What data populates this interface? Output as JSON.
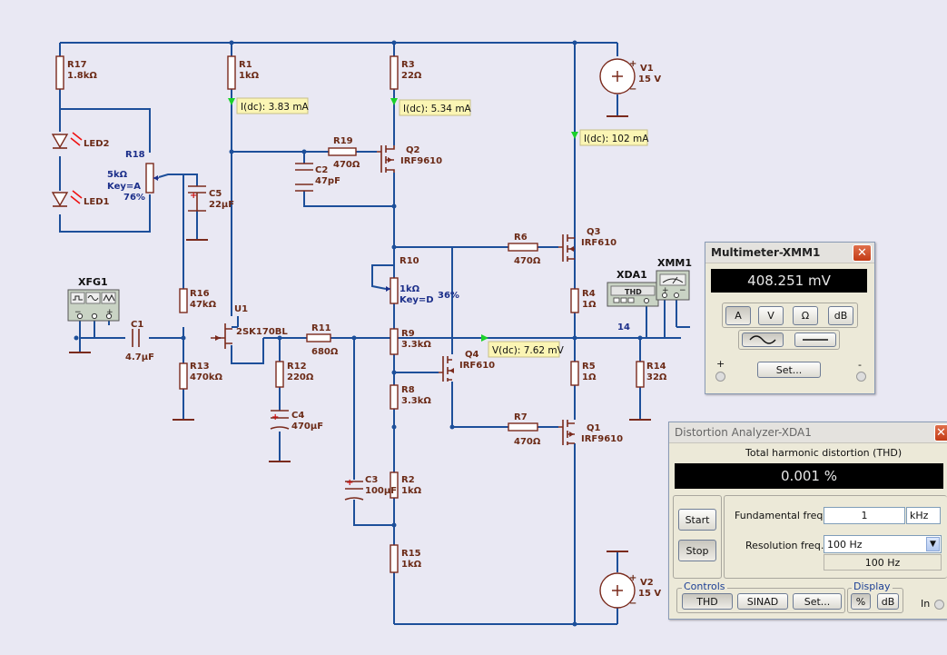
{
  "components": {
    "R17": {
      "name": "R17",
      "value": "1.8kΩ"
    },
    "R1": {
      "name": "R1",
      "value": "1kΩ"
    },
    "R3": {
      "name": "R3",
      "value": "22Ω"
    },
    "V1": {
      "name": "V1",
      "value": "15 V"
    },
    "V2": {
      "name": "V2",
      "value": "15 V"
    },
    "LED2": {
      "name": "LED2"
    },
    "LED1": {
      "name": "LED1"
    },
    "R18": {
      "name": "R18",
      "value": "5kΩ",
      "key": "Key=A",
      "percent": "76%"
    },
    "C5": {
      "name": "C5",
      "value": "22µF"
    },
    "R19": {
      "name": "R19",
      "value": "470Ω"
    },
    "C2": {
      "name": "C2",
      "value": "47pF"
    },
    "Q2": {
      "name": "Q2",
      "part": "IRF9610"
    },
    "Q3": {
      "name": "Q3",
      "part": "IRF610"
    },
    "R6": {
      "name": "R6",
      "value": "470Ω"
    },
    "R10": {
      "name": "R10",
      "value": "1kΩ",
      "key": "Key=D",
      "percent": "36%"
    },
    "R4": {
      "name": "R4",
      "value": "1Ω"
    },
    "R16": {
      "name": "R16",
      "value": "47kΩ"
    },
    "U1": {
      "name": "U1",
      "part": "2SK170BL"
    },
    "C1": {
      "name": "C1",
      "value": "4.7µF"
    },
    "R13": {
      "name": "R13",
      "value": "470kΩ"
    },
    "R11": {
      "name": "R11",
      "value": "680Ω"
    },
    "R9": {
      "name": "R9",
      "value": "3.3kΩ"
    },
    "Q4": {
      "name": "Q4",
      "part": "IRF610"
    },
    "R12": {
      "name": "R12",
      "value": "220Ω"
    },
    "C4": {
      "name": "C4",
      "value": "470µF"
    },
    "R8": {
      "name": "R8",
      "value": "3.3kΩ"
    },
    "R5": {
      "name": "R5",
      "value": "1Ω"
    },
    "R14": {
      "name": "R14",
      "value": "32Ω"
    },
    "R7": {
      "name": "R7",
      "value": "470Ω"
    },
    "Q1": {
      "name": "Q1",
      "part": "IRF9610"
    },
    "C3": {
      "name": "C3",
      "value": "100µF"
    },
    "R2": {
      "name": "R2",
      "value": "1kΩ"
    },
    "R15": {
      "name": "R15",
      "value": "1kΩ"
    },
    "XFG1": {
      "name": "XFG1"
    },
    "XDA1": {
      "name": "XDA1",
      "button": "THD"
    },
    "XMM1": {
      "name": "XMM1"
    }
  },
  "net_label": "14",
  "probes": {
    "p1": "I(dc): 3.83 mA",
    "p2": "I(dc): 5.34 mA",
    "p3": "I(dc): 102 mA",
    "p4": "V(dc): 7.62 mV"
  },
  "multimeter": {
    "title": "Multimeter-XMM1",
    "reading": "408.251 mV",
    "mode_buttons": [
      "A",
      "V",
      "Ω",
      "dB"
    ],
    "active_mode": "V",
    "set_label": "Set...",
    "plus": "+",
    "minus": "-"
  },
  "distortion": {
    "title": "Distortion Analyzer-XDA1",
    "subtitle": "Total harmonic distortion (THD)",
    "reading": "0.001 %",
    "start_label": "Start",
    "stop_label": "Stop",
    "fundamental_label": "Fundamental freq.",
    "fundamental_value": "1",
    "fundamental_unit": "kHz",
    "resolution_label": "Resolution freq.",
    "resolution_value": "100 Hz",
    "resolution_readout": "100 Hz",
    "controls_label": "Controls",
    "controls": [
      "THD",
      "SINAD",
      "Set..."
    ],
    "display_label": "Display",
    "display": [
      "%",
      "dB"
    ],
    "in_label": "In"
  },
  "colors": {
    "wire": "#1d4f9a",
    "component": "#7a2a1c",
    "probe_fill": "#fbf5b4",
    "background": "#e9e8f3"
  }
}
